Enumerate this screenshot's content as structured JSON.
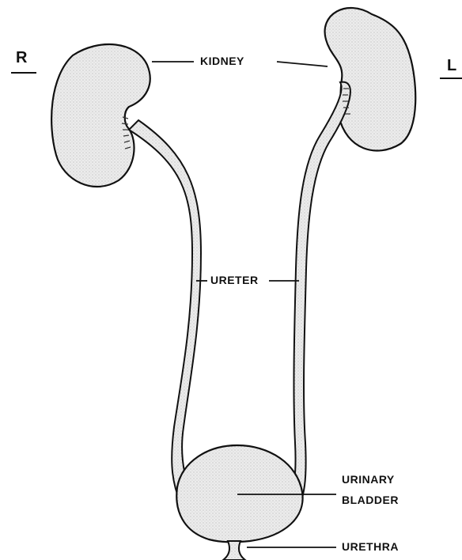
{
  "sides": {
    "right": "R",
    "left": "L"
  },
  "labels": {
    "kidney": "KIDNEY",
    "ureter": "URETER",
    "bladder_line1": "URINARY",
    "bladder_line2": "BLADDER",
    "urethra": "URETHRA"
  },
  "colors": {
    "ink": "#111111",
    "tissue": "#e4e4e4",
    "background": "#ffffff"
  }
}
